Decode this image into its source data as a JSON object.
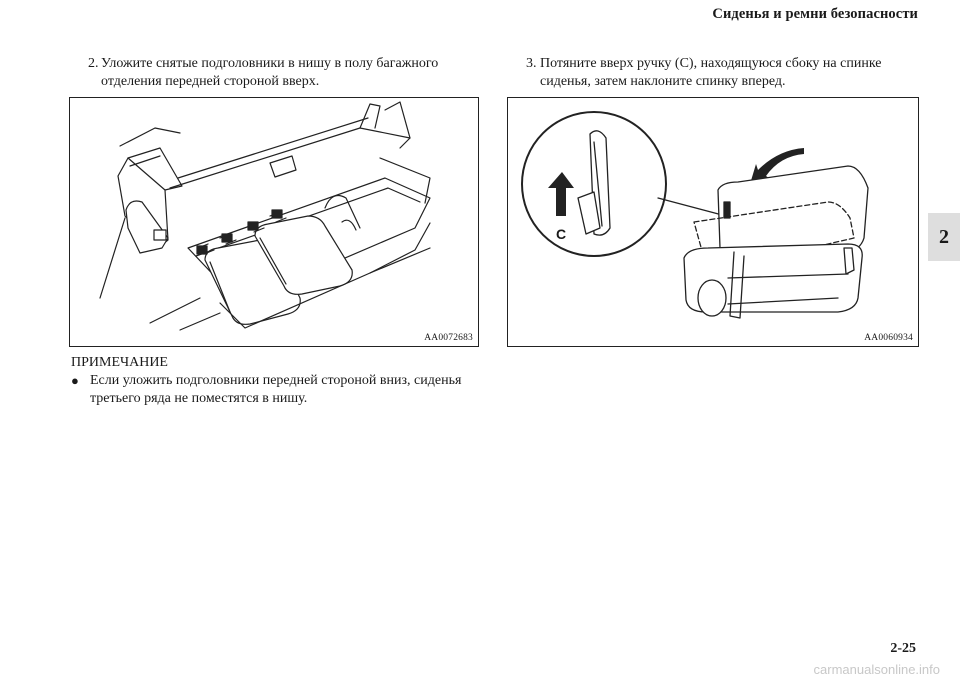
{
  "header": {
    "title": "Сиденья и ремни безопасности"
  },
  "chapter_tab": "2",
  "steps": [
    {
      "num": "2.",
      "text": "Уложите снятые подголовники в нишу в полу багажного отделения передней стороной вверх."
    },
    {
      "num": "3.",
      "text": "Потяните вверх ручку (C), находящуюся сбоку на спинке сиденья, затем наклоните спинку вперед."
    }
  ],
  "figures": [
    {
      "code": "AA0072683"
    },
    {
      "code": "AA0060934",
      "callout_label": "C"
    }
  ],
  "note": {
    "title": "ПРИМЕЧАНИЕ",
    "bullet": "●",
    "text": "Если уложить подголовники передней стороной вниз, сиденья третьего ряда не поместятся в нишу."
  },
  "footer": {
    "page_number": "2-25",
    "watermark": "carmanualsonline.info"
  }
}
